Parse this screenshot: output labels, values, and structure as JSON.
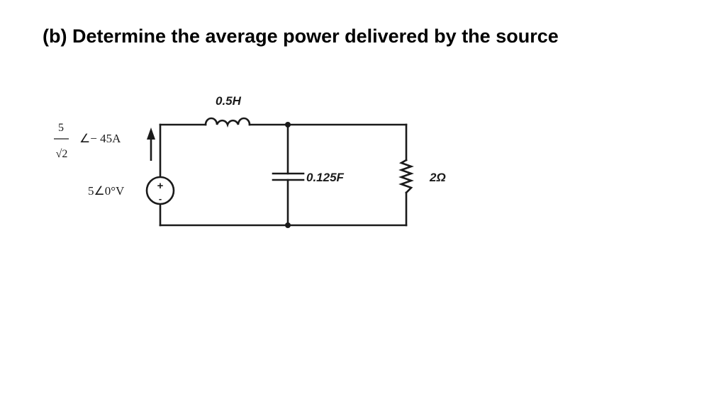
{
  "heading": "(b)  Determine the average power delivered by the source",
  "circuit": {
    "inductor_label": "0.5H",
    "capacitor_label": "0.125F",
    "resistor_label": "2Ω",
    "current_numerator": "5",
    "current_denominator": "√2",
    "current_phase": "∠− 45A",
    "source_label": "5∠0°V",
    "source_plus": "+",
    "source_minus": "-"
  },
  "icons": {
    "inductor": "inductor-icon",
    "capacitor": "capacitor-icon",
    "resistor": "resistor-icon",
    "source": "voltage-source-icon",
    "arrow": "current-arrow-icon"
  }
}
